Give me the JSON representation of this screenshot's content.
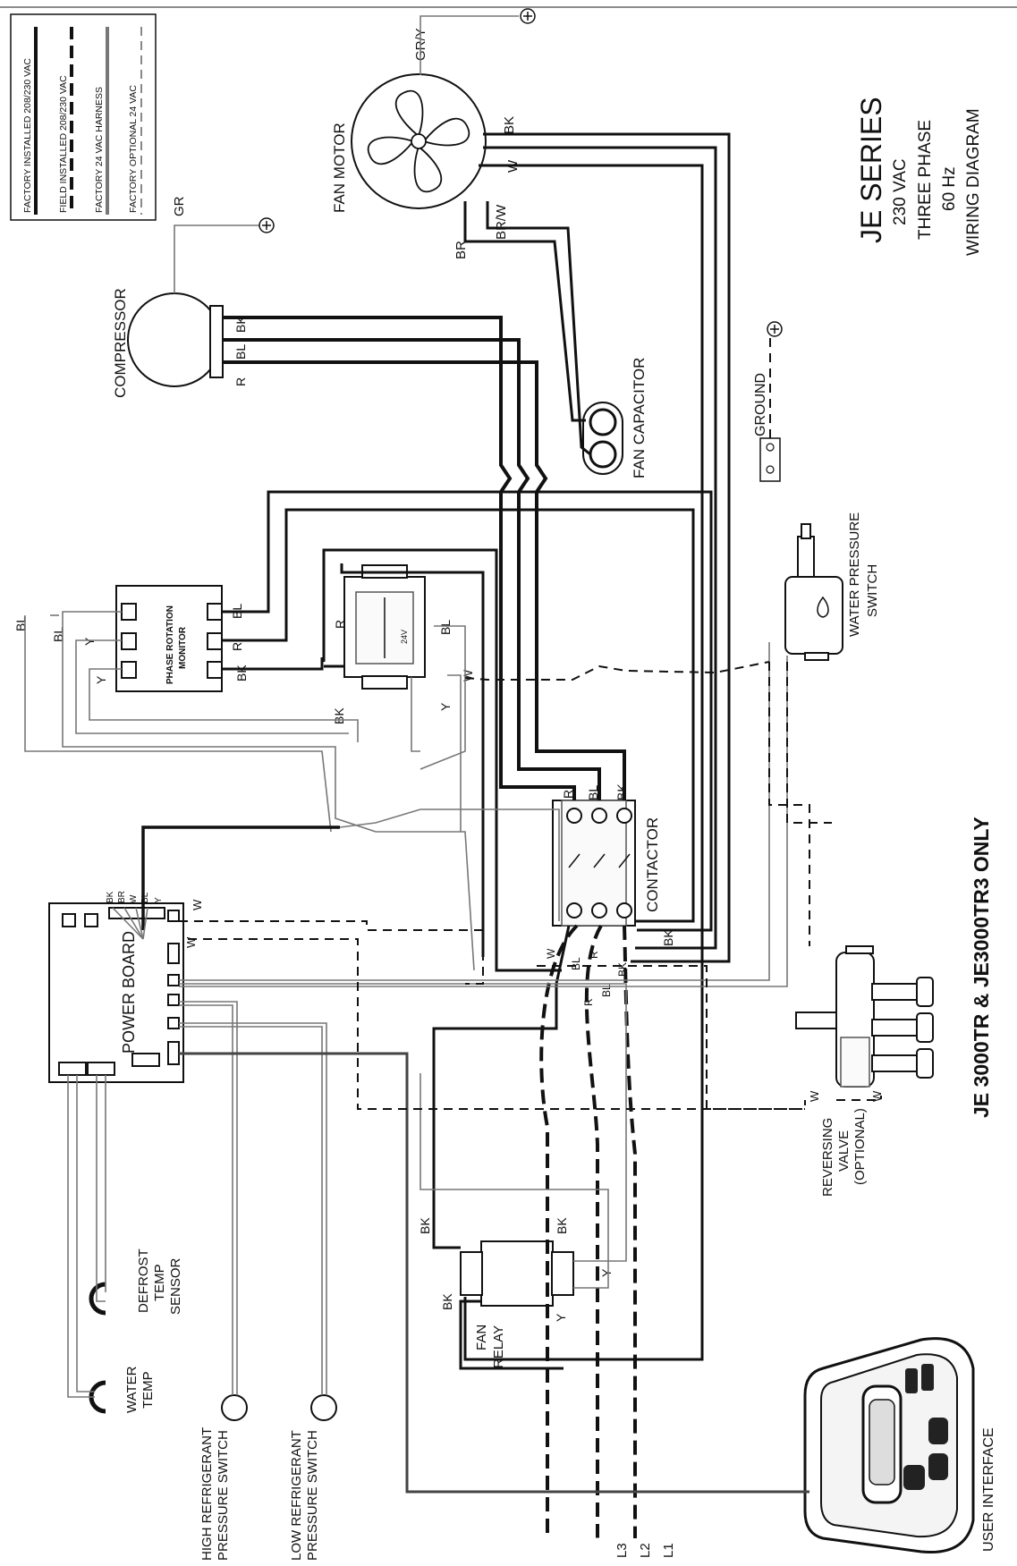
{
  "legend": {
    "items": [
      {
        "label": "FACTORY INSTALLED 208/230 VAC",
        "style": "solid-heavy"
      },
      {
        "label": "FIELD INSTALLED 208/230 VAC",
        "style": "dashed-heavy"
      },
      {
        "label": "FACTORY 24 VAC HARNESS",
        "style": "solid-light"
      },
      {
        "label": "FACTORY OPTIONAL 24 VAC",
        "style": "dashed-light"
      }
    ]
  },
  "title": {
    "series": "JE SERIES",
    "voltage": "230 VAC",
    "phase": "THREE PHASE",
    "frequency": "60 Hz",
    "kind": "WIRING DIAGRAM"
  },
  "models_note": "JE 3000TR & JE3000TR3 ONLY",
  "components": {
    "fan_motor": "FAN MOTOR",
    "compressor": "COMPRESSOR",
    "fan_capacitor": "FAN CAPACITOR",
    "ground": "GROUND",
    "water_pressure_switch": [
      "WATER PRESSURE",
      "SWITCH"
    ],
    "phase_rotation_monitor": [
      "PHASE ROTATION",
      "MONITOR"
    ],
    "contactor": "CONTACTOR",
    "power_board": "POWER BOARD",
    "fan_relay": [
      "FAN",
      "RELAY"
    ],
    "reversing_valve": [
      "REVERSING",
      "VALVE",
      "(OPTIONAL)"
    ],
    "defrost_sensor": [
      "DEFROST",
      "TEMP",
      "SENSOR"
    ],
    "water_temp": [
      "WATER",
      "TEMP"
    ],
    "high_pressure_switch": [
      "HIGH REFRIGERANT",
      "PRESSURE SWITCH"
    ],
    "low_pressure_switch": [
      "LOW REFRIGERANT",
      "PRESSURE SWITCH"
    ],
    "user_interface": "USER INTERFACE",
    "transformer_tap": "24V"
  },
  "wire_labels": {
    "gr_y": "GR/Y",
    "gr": "GR",
    "bk": "BK",
    "w": "W",
    "br": "BR",
    "br_w": "BR/W",
    "bl": "BL",
    "r": "R",
    "y": "Y",
    "l1": "L1",
    "l2": "L2",
    "l3": "L3"
  },
  "colors": {
    "wire": "#111111",
    "harness": "#777777",
    "background": "#ffffff"
  }
}
